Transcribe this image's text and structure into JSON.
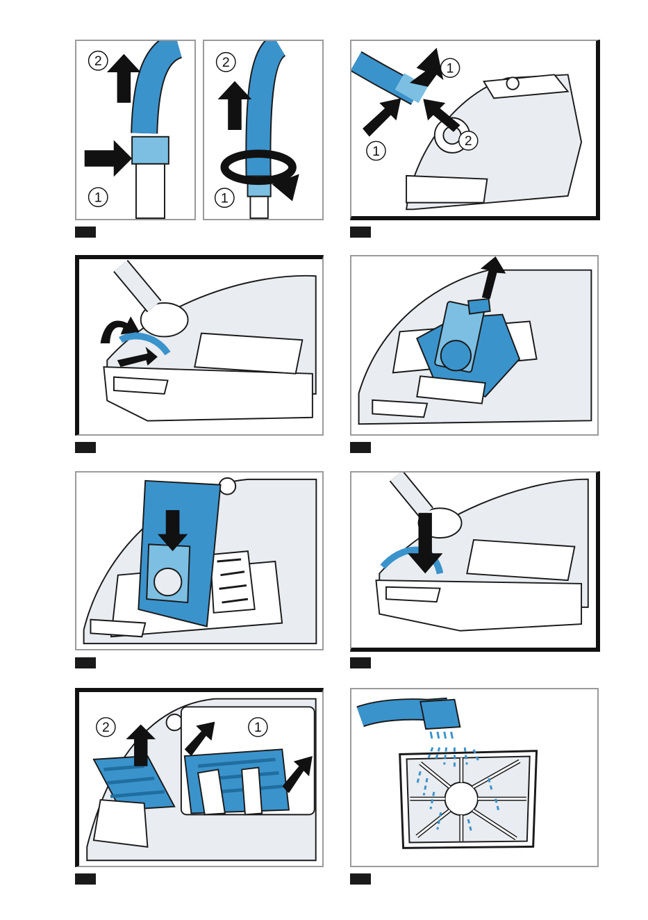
{
  "colors": {
    "blue": "#3b93cc",
    "blue_light": "#7cbfe3",
    "blue_dark": "#1f6e9f",
    "body_gray": "#e9ecf0",
    "outline": "#1a1a1a",
    "frame": "#9a9a9a"
  },
  "panels": {
    "p1a": {
      "step_top": "2",
      "step_bottom": "1"
    },
    "p1b": {
      "step_top": "2",
      "step_bottom": "1"
    },
    "p2": {
      "step_right": "1",
      "step_mid": "2",
      "step_left": "1"
    },
    "p7": {
      "step_left": "2",
      "step_right": "1"
    }
  }
}
